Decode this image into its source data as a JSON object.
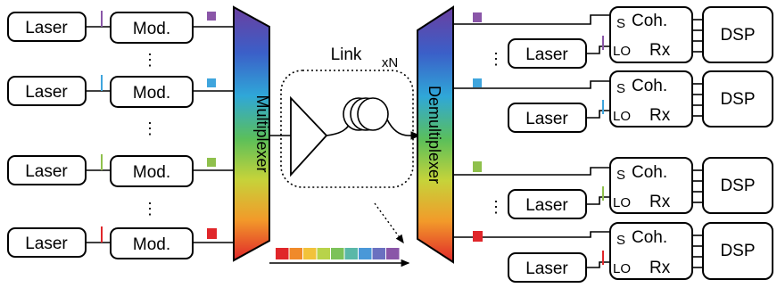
{
  "labels": {
    "laser": "Laser",
    "modulator": "Mod.",
    "multiplexer": "Multiplexer",
    "demultiplexer": "Demultiplexer",
    "link": "Link",
    "link_repeat": "xN",
    "signal_port": "S",
    "lo_port": "LO",
    "coherent_top": "Coh.",
    "coherent_bottom": "Rx",
    "dsp": "DSP",
    "ellipsis": "⋮"
  },
  "channel_colors": {
    "purple": "#8a56a8",
    "blue": "#3fa5dd",
    "green": "#8fc04c",
    "red": "#e0262a"
  },
  "spectrum_colors": [
    "#e0262a",
    "#f08a2a",
    "#f2c23a",
    "#b8d34a",
    "#7cc25a",
    "#5ab8a8",
    "#4a98d8",
    "#6a70c0",
    "#8a56a8"
  ],
  "icons": {
    "amplifier": "amplifier-triangle-icon",
    "fiber": "fiber-spool-icon",
    "arrow": "arrow-icon"
  }
}
